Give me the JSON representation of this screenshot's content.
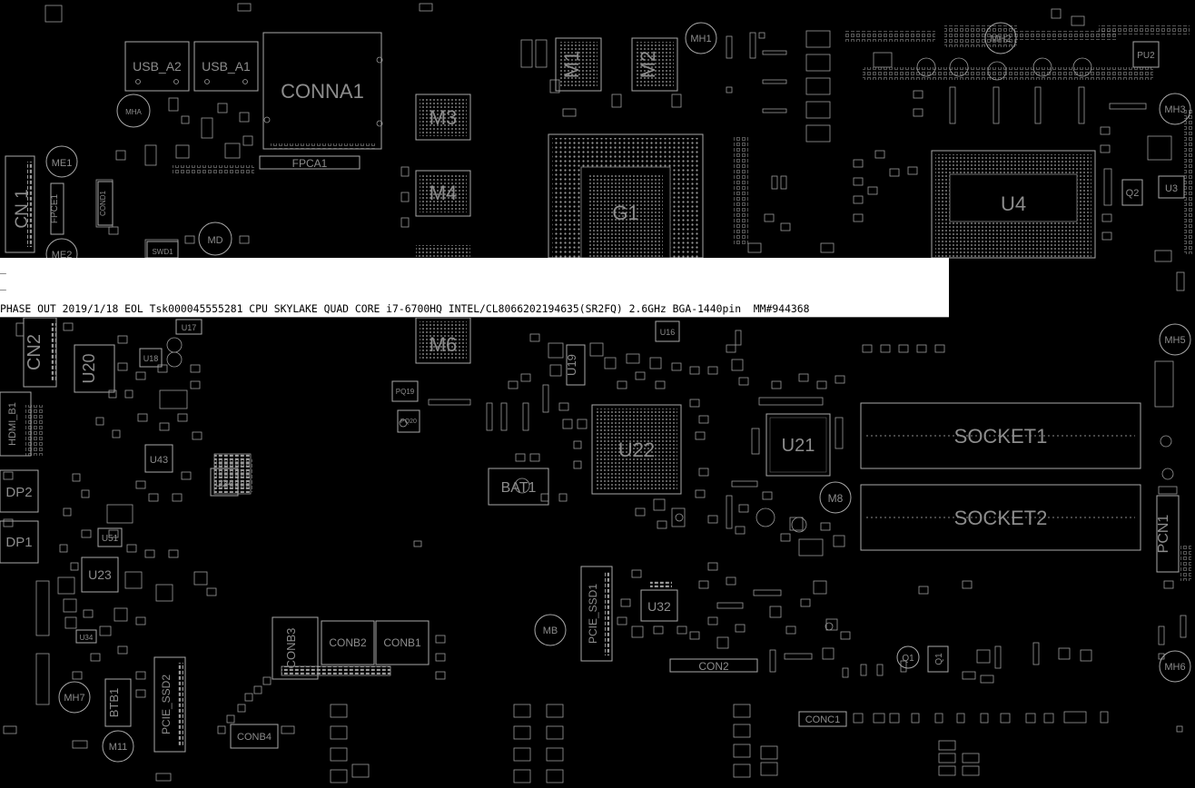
{
  "components": {
    "usb_a2": "USB_A2",
    "usb_a1": "USB_A1",
    "conna1": "CONNA1",
    "fpca1": "FPCA1",
    "m1": "M1",
    "m2": "M2",
    "mh1": "MH1",
    "mh2": "MH2",
    "mh3": "MH3",
    "mh5": "MH5",
    "mh6": "MH6",
    "mh7": "MH7",
    "m3": "M3",
    "m4": "M4",
    "m6": "M6",
    "m8": "M8",
    "m11": "M11",
    "mb": "MB",
    "g1": "G1",
    "u4": "U4",
    "u3": "U3",
    "q2": "Q2",
    "pu2": "PU2",
    "me1": "ME1",
    "me2": "ME2",
    "cn1": "CN 1",
    "fpce1": "FPCE1",
    "cond1": "COND1",
    "swd1": "SWD1",
    "md": "MD",
    "mha": "MHA",
    "cn2": "CN2",
    "u20": "U20",
    "u18": "U18",
    "u17": "U17",
    "u19": "U19",
    "u16": "U16",
    "hdmi_b1": "HDMI_B1",
    "dp2": "DP2",
    "dp1": "DP1",
    "u43": "U43",
    "u24": "U24",
    "u51": "U51",
    "u23": "U23",
    "u34": "U34",
    "u22": "U22",
    "u21": "U21",
    "u32": "U32",
    "bat1": "BAT1",
    "socket1": "SOCKET1",
    "socket2": "SOCKET2",
    "pcn1": "PCN1",
    "pcie_ssd1": "PCIE_SSD1",
    "pcie_ssd2": "PCIE_SSD2",
    "btb1": "BTB1",
    "conb3": "CONB3",
    "conb2": "CONB2",
    "conb1": "CONB1",
    "conb4": "CONB4",
    "con2": "CON2",
    "conc1": "CONC1",
    "q1": "Q1",
    "q1b": "Q1",
    "pq19": "PQ19",
    "pq20": "PQ20"
  },
  "tooltip": {
    "line1": "_",
    "line2": "_",
    "line3": "PHASE OUT 2019/1/18 EOL Tsk000045555281 CPU SKYLAKE QUAD CORE i7-6700HQ INTEL/CL8066202194635(SR2FQ) 2.6GHz BGA-1440pin  MM#944368"
  }
}
